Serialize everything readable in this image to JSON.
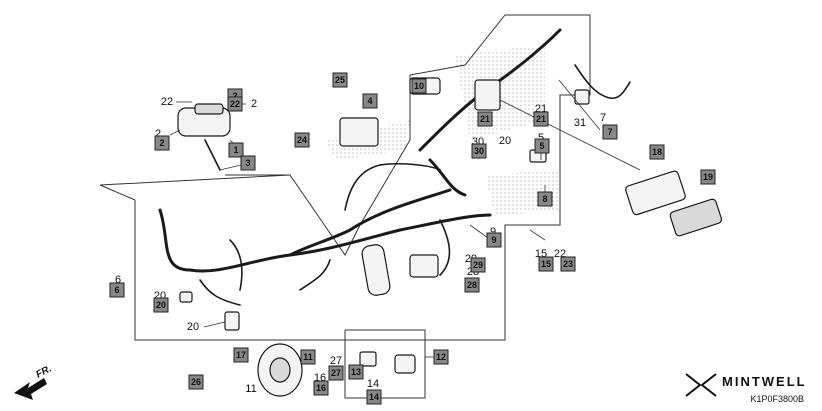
{
  "diagram": {
    "part_code": "K1P0F3800B",
    "brand": "MINTWELL",
    "direction_label": "FR.",
    "boxed_labels": [
      "1",
      "2",
      "2",
      "3",
      "4",
      "5",
      "6",
      "7",
      "8",
      "9",
      "10",
      "11",
      "12",
      "13",
      "14",
      "15",
      "16",
      "17",
      "18",
      "19",
      "20",
      "21",
      "21",
      "22",
      "23",
      "24",
      "25",
      "26",
      "27",
      "28",
      "29",
      "30"
    ],
    "plain_labels": [
      "2",
      "2",
      "5",
      "6",
      "7",
      "9",
      "11",
      "14",
      "15",
      "16",
      "20",
      "20",
      "20",
      "21",
      "22",
      "22",
      "27",
      "28",
      "29",
      "30",
      "31"
    ],
    "colors": {
      "label_box": "#888888",
      "line": "#1a1a1a"
    },
    "icons": [
      "brand-logo-icon",
      "front-arrow-icon"
    ]
  }
}
